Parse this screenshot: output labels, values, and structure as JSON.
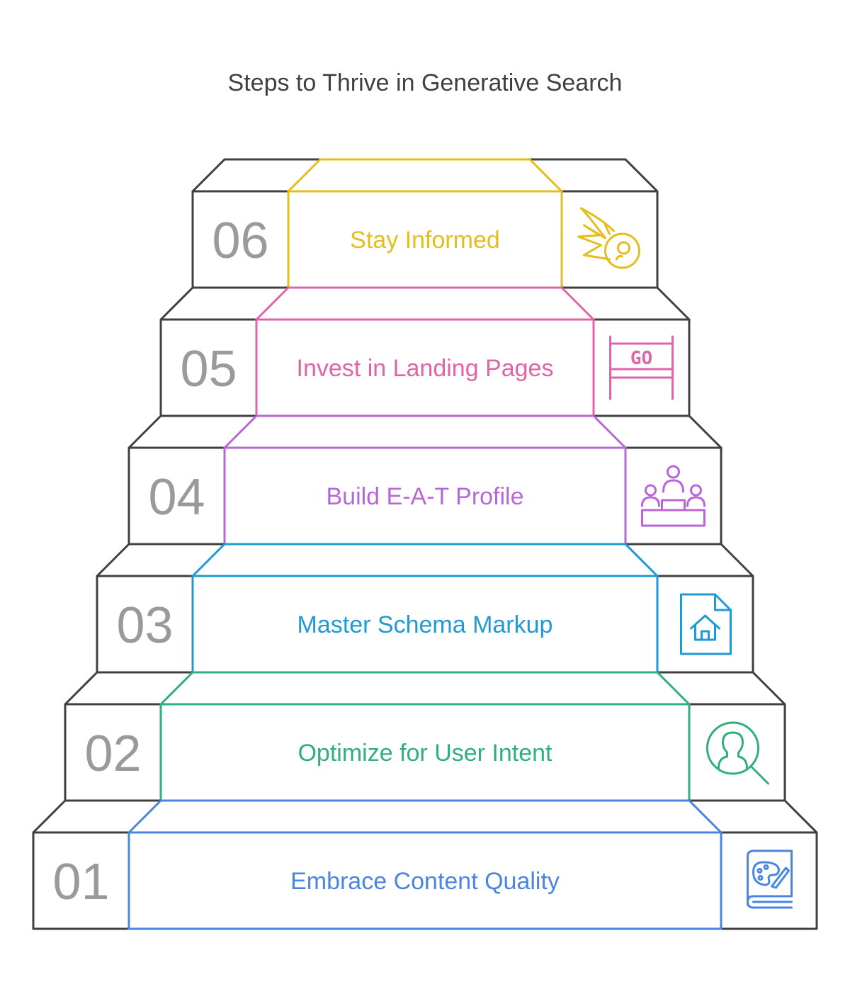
{
  "title": "Steps to Thrive in Generative Search",
  "steps": [
    {
      "number": "01",
      "label": "Embrace Content Quality",
      "color": "#4a86e0",
      "icon": "paint-book-icon"
    },
    {
      "number": "02",
      "label": "Optimize for User Intent",
      "color": "#2fb07a",
      "icon": "user-search-icon"
    },
    {
      "number": "03",
      "label": "Master Schema Markup",
      "color": "#1e9ad6",
      "icon": "home-document-icon"
    },
    {
      "number": "04",
      "label": "Build E-A-T Profile",
      "color": "#b866d8",
      "icon": "podium-icon"
    },
    {
      "number": "05",
      "label": "Invest in Landing Pages",
      "color": "#e064a8",
      "icon": "go-banner-icon",
      "icon_text": "GO"
    },
    {
      "number": "06",
      "label": "Stay Informed",
      "color": "#e3be1c",
      "icon": "comet-icon"
    }
  ]
}
